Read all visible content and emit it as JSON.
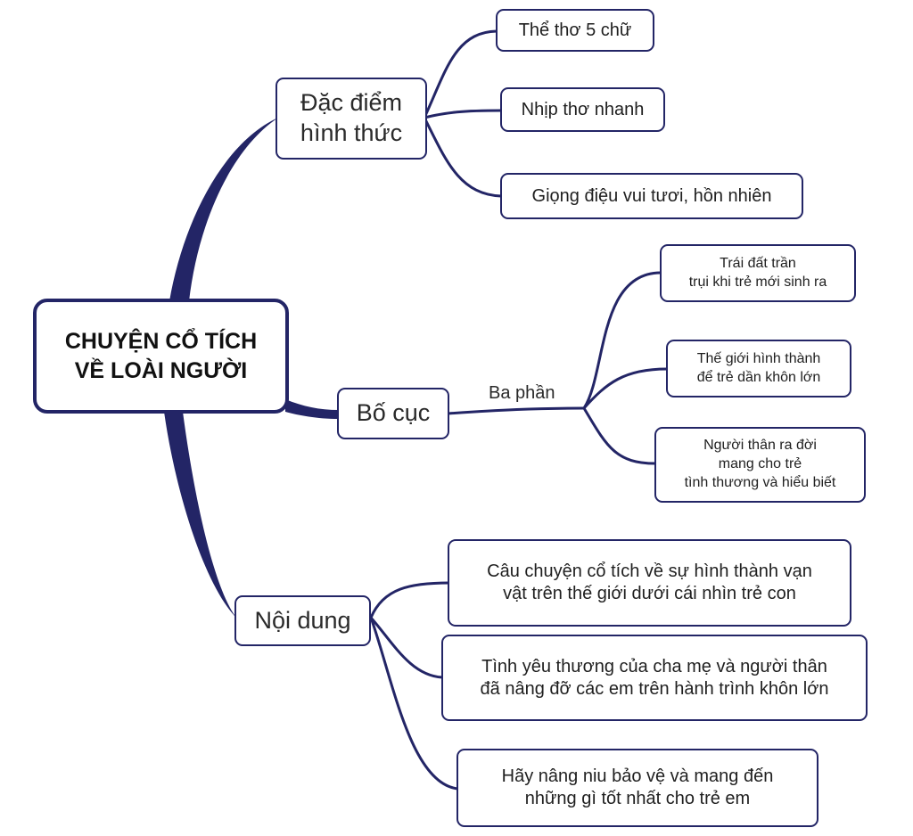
{
  "root": "CHUYỆN CỔ TÍCH\nVỀ LOÀI NGƯỜI",
  "branches": {
    "form": {
      "label": "Đặc điểm\nhình thức",
      "children": [
        "Thể thơ 5 chữ",
        "Nhịp thơ nhanh",
        "Giọng điệu vui tươi, hồn nhiên"
      ]
    },
    "layout": {
      "label": "Bố cục",
      "edge_label": "Ba phần",
      "children": [
        "Trái đất trần\ntrụi khi trẻ mới sinh ra",
        "Thế giới hình thành\nđể trẻ dần khôn lớn",
        "Người thân ra đời\nmang cho trẻ\ntình thương và hiểu biết"
      ]
    },
    "content": {
      "label": "Nội dung",
      "children": [
        "Câu chuyện cổ tích về sự hình thành vạn\nvật trên thế giới dưới cái nhìn trẻ con",
        "Tình yêu thương của cha mẹ và người thân\nđã nâng đỡ các em trên hành trình khôn lớn",
        "Hãy nâng niu bảo vệ và mang đến\nnhững gì tốt nhất cho trẻ em"
      ]
    }
  },
  "colors": {
    "line": "#232566",
    "border": "#232566"
  }
}
